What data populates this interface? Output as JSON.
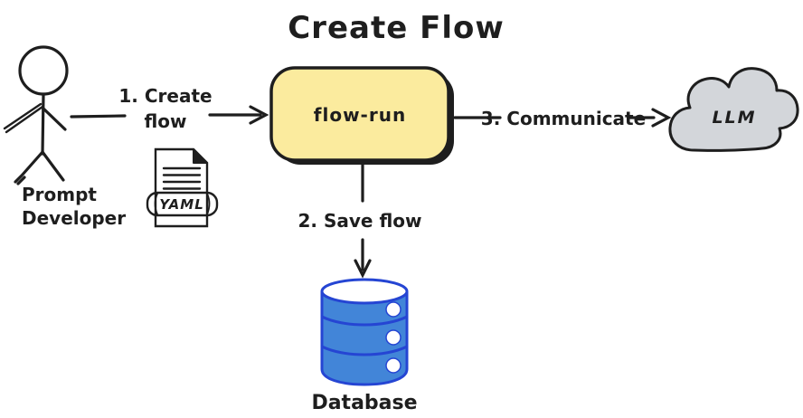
{
  "title": "Create Flow",
  "colors": {
    "ink": "#1e1e1e",
    "flow_run_fill": "#fbeb9e",
    "cloud_fill": "#d3d6da",
    "db_fill": "#4285d8",
    "db_stroke": "#2545d3",
    "white": "#ffffff"
  },
  "nodes": {
    "actor": {
      "line1": "Prompt",
      "line2": "Developer"
    },
    "yaml_file": {
      "label": "YAML"
    },
    "flow_run": {
      "label": "flow-run"
    },
    "llm": {
      "label": "LLM"
    },
    "database": {
      "label": "Database"
    }
  },
  "edges": {
    "create_flow": {
      "line1": "1. Create",
      "line2": "flow"
    },
    "save_flow": {
      "label": "2. Save flow"
    },
    "communicate": {
      "label": "3. Communicate"
    }
  }
}
